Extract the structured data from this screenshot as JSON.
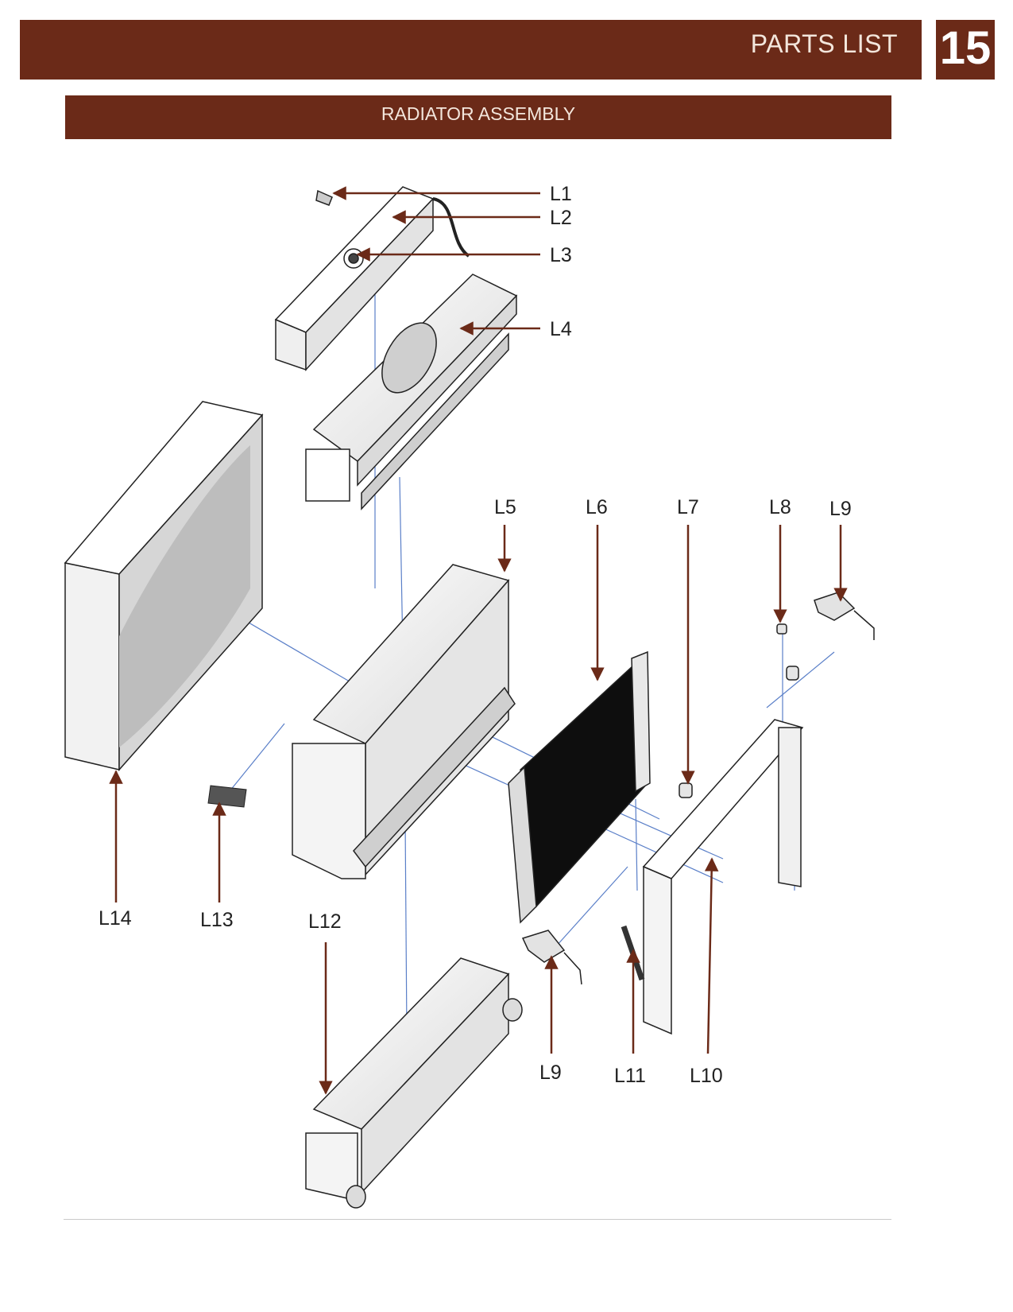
{
  "header": {
    "title": "PARTS LIST",
    "page_number": "15"
  },
  "section": {
    "title": "RADIATOR ASSEMBLY"
  },
  "callouts": {
    "l1": "L1",
    "l2": "L2",
    "l3": "L3",
    "l4": "L4",
    "l5": "L5",
    "l6": "L6",
    "l7": "L7",
    "l8": "L8",
    "l9_top": "L9",
    "l9_bottom": "L9",
    "l10": "L10",
    "l11": "L11",
    "l12": "L12",
    "l13": "L13",
    "l14": "L14"
  },
  "colors": {
    "brand": "#6b2a18",
    "header_text": "#f3e6dc",
    "arrow": "#6b2a18",
    "guide_line": "#5a7fc8"
  }
}
